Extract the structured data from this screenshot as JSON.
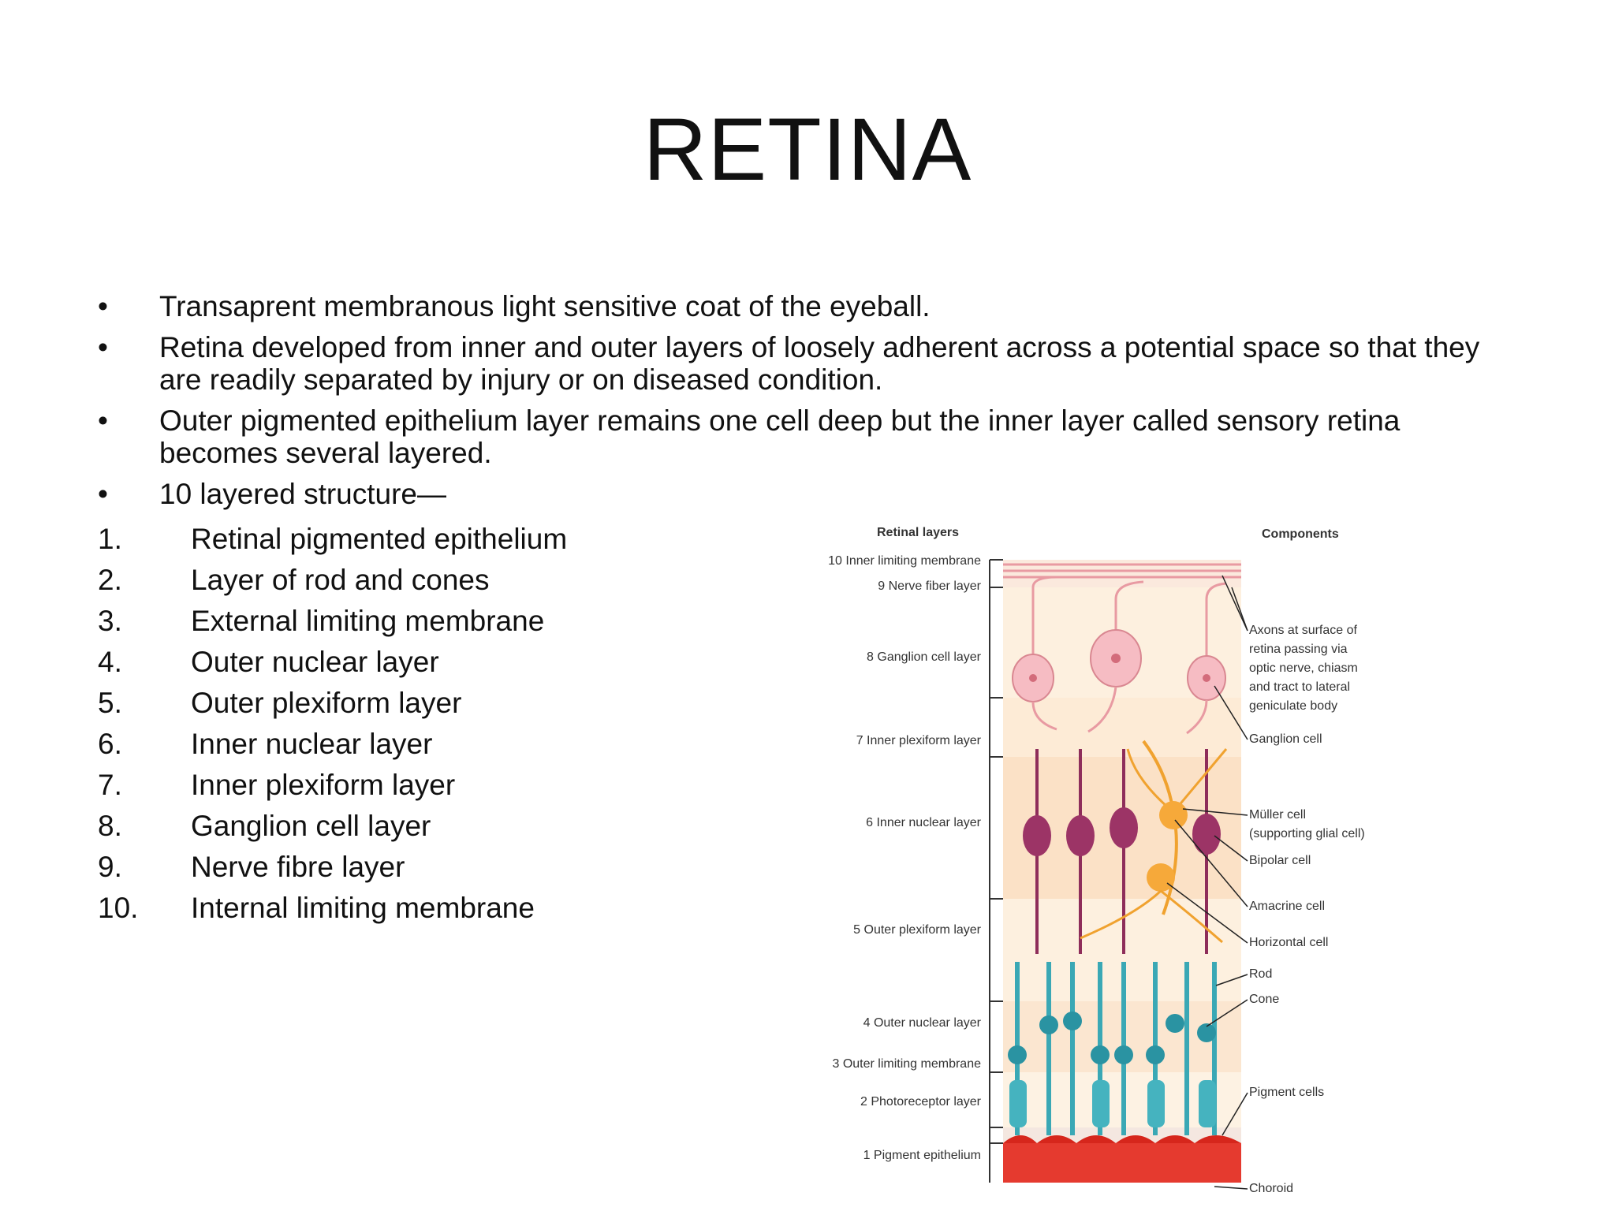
{
  "title": "RETINA",
  "bullets": [
    "Transaprent membranous light sensitive coat of the eyeball.",
    "Retina developed from inner and outer layers of loosely adherent across a potential space so that they are readily separated by injury or on diseased condition.",
    "Outer pigmented epithelium layer remains one cell deep but the inner layer called sensory retina becomes several layered.",
    "10 layered structure—"
  ],
  "layers": [
    {
      "num": "1.",
      "label": "Retinal pigmented epithelium"
    },
    {
      "num": "2.",
      "label": "Layer of rod and cones"
    },
    {
      "num": "3.",
      "label": "External limiting membrane"
    },
    {
      "num": "4.",
      "label": "Outer nuclear layer"
    },
    {
      "num": "5.",
      "label": "Outer plexiform layer"
    },
    {
      "num": "6.",
      "label": "Inner nuclear layer"
    },
    {
      "num": "7.",
      "label": "Inner plexiform layer"
    },
    {
      "num": "8.",
      "label": "Ganglion cell layer"
    },
    {
      "num": "9.",
      "label": "Nerve fibre layer"
    },
    {
      "num": "10.",
      "label": "Internal limiting membrane"
    }
  ],
  "diagram": {
    "heading_left": "Retinal layers",
    "heading_right": "Components",
    "left_labels": [
      "10 Inner limiting membrane",
      "9 Nerve fiber layer",
      "8 Ganglion cell layer",
      "7 Inner plexiform layer",
      "6 Inner nuclear layer",
      "5 Outer plexiform layer",
      "4 Outer nuclear layer",
      "3 Outer limiting membrane",
      "2 Photoreceptor layer",
      "1 Pigment epithelium"
    ],
    "axons_lines": [
      "Axons at surface of",
      "retina passing via",
      "optic nerve, chiasm",
      "and tract to lateral",
      "geniculate body"
    ],
    "ganglion": "Ganglion cell",
    "muller_lines": [
      "Müller cell",
      "(supporting glial cell)"
    ],
    "bipolar": "Bipolar cell",
    "amacrine": "Amacrine cell",
    "horizontal": "Horizontal cell",
    "rod": "Rod",
    "cone": "Cone",
    "pigment": "Pigment cells",
    "choroid": "Choroid"
  }
}
